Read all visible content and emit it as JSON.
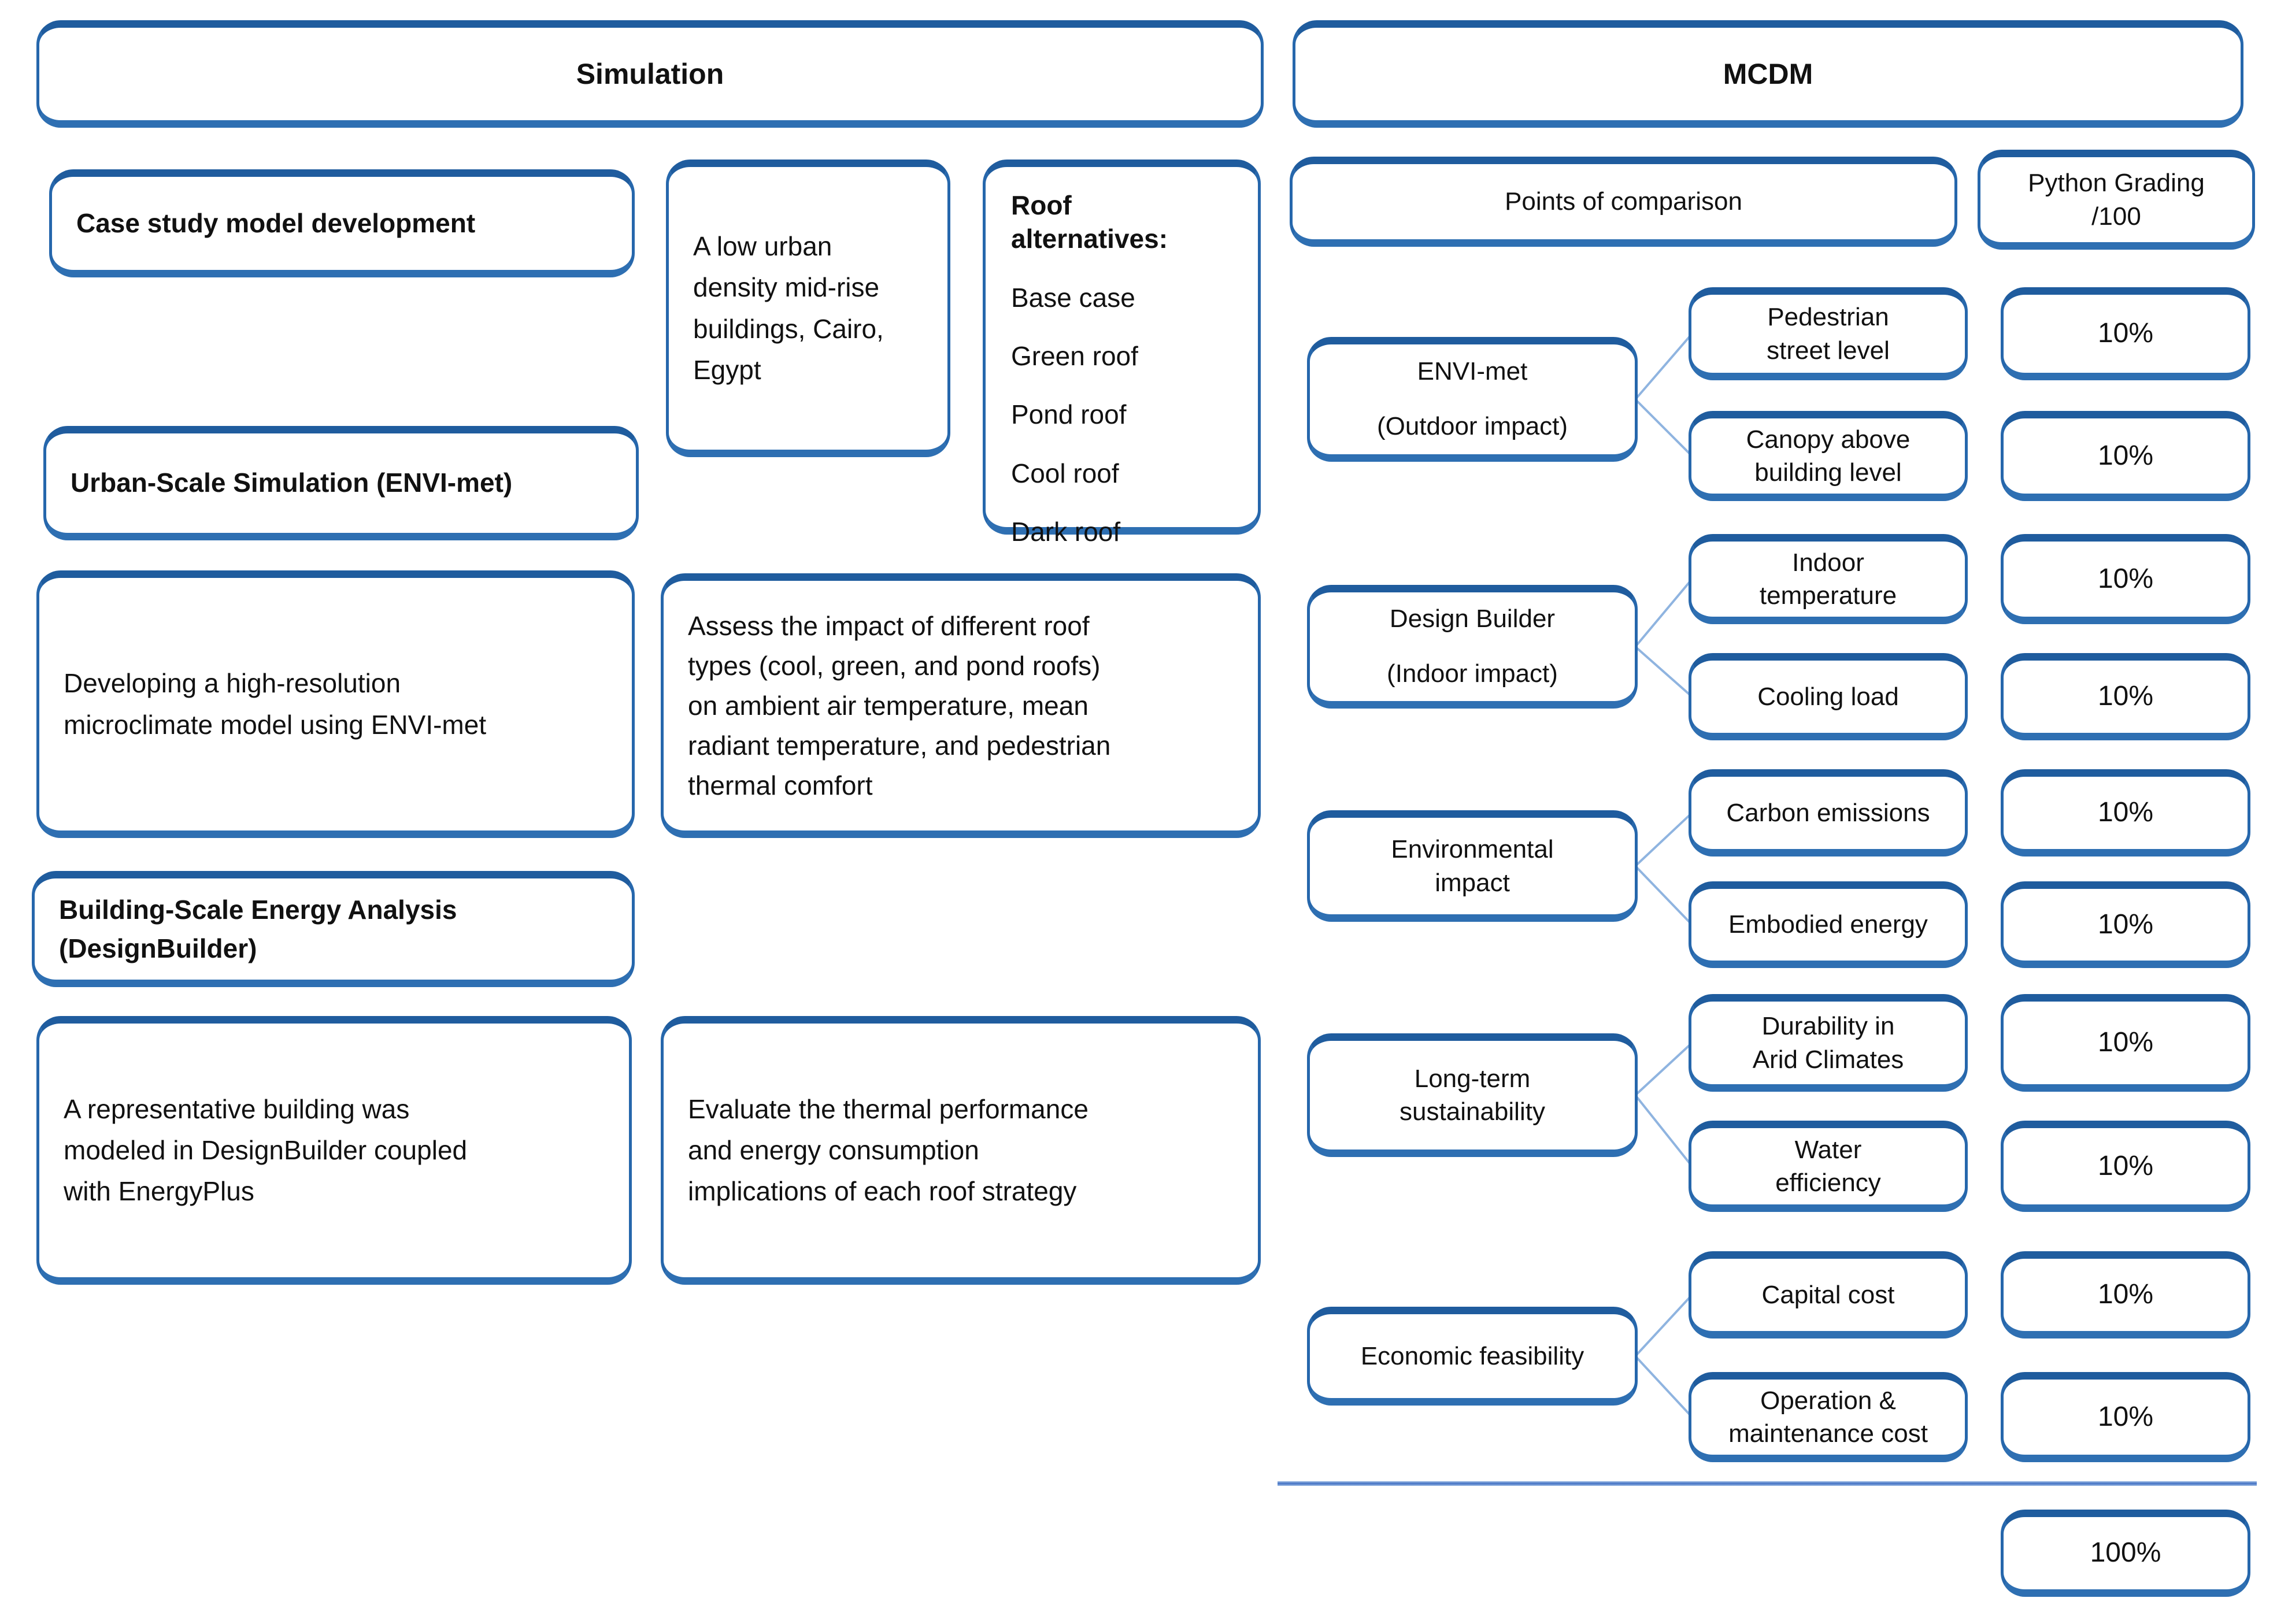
{
  "simulation": {
    "header": "Simulation",
    "case_study": "Case study model development",
    "context": "A low urban\ndensity mid-rise\nbuildings, Cairo,\nEgypt",
    "roof": {
      "header": "Roof\nalternatives:",
      "items": [
        "Base case",
        "Green roof",
        "Pond roof",
        "Cool roof",
        "Dark roof"
      ]
    },
    "urban_scale": "Urban-Scale Simulation (ENVI-met)",
    "developing": "Developing a high-resolution\nmicroclimate model using ENVI-met",
    "assess": "Assess the impact of different roof\ntypes (cool, green, and pond roofs)\non ambient air temperature, mean\nradiant temperature, and pedestrian\nthermal comfort",
    "building_scale": "Building-Scale Energy Analysis\n(DesignBuilder)",
    "representative": "A representative building was\nmodeled in DesignBuilder coupled\nwith EnergyPlus",
    "evaluate": "Evaluate the thermal performance\nand energy consumption\nimplications of each roof strategy"
  },
  "mcdm": {
    "header": "MCDM",
    "points_label": "Points of comparison",
    "grading_label": "Python Grading\n/100",
    "rows": [
      {
        "category": "ENVI-met\n(Outdoor impact)",
        "subs": [
          {
            "label": "Pedestrian\nstreet level",
            "grade": "10%"
          },
          {
            "label": "Canopy above\nbuilding level",
            "grade": "10%"
          }
        ]
      },
      {
        "category": "Design Builder\n(Indoor impact)",
        "subs": [
          {
            "label": "Indoor\ntemperature",
            "grade": "10%"
          },
          {
            "label": "Cooling load",
            "grade": "10%"
          }
        ]
      },
      {
        "category": "Environmental\nimpact",
        "subs": [
          {
            "label": "Carbon emissions",
            "grade": "10%"
          },
          {
            "label": "Embodied energy",
            "grade": "10%"
          }
        ]
      },
      {
        "category": "Long-term\nsustainability",
        "subs": [
          {
            "label": "Durability in\nArid Climates",
            "grade": "10%"
          },
          {
            "label": "Water\nefficiency",
            "grade": "10%"
          }
        ]
      },
      {
        "category": "Economic feasibility",
        "subs": [
          {
            "label": "Capital cost",
            "grade": "10%"
          },
          {
            "label": "Operation &\nmaintenance cost",
            "grade": "10%"
          }
        ]
      }
    ],
    "total": "100%",
    "colors": {
      "box_border": "#2667AC",
      "connector": "#8FB4E0",
      "separator": "#4472C4"
    }
  }
}
